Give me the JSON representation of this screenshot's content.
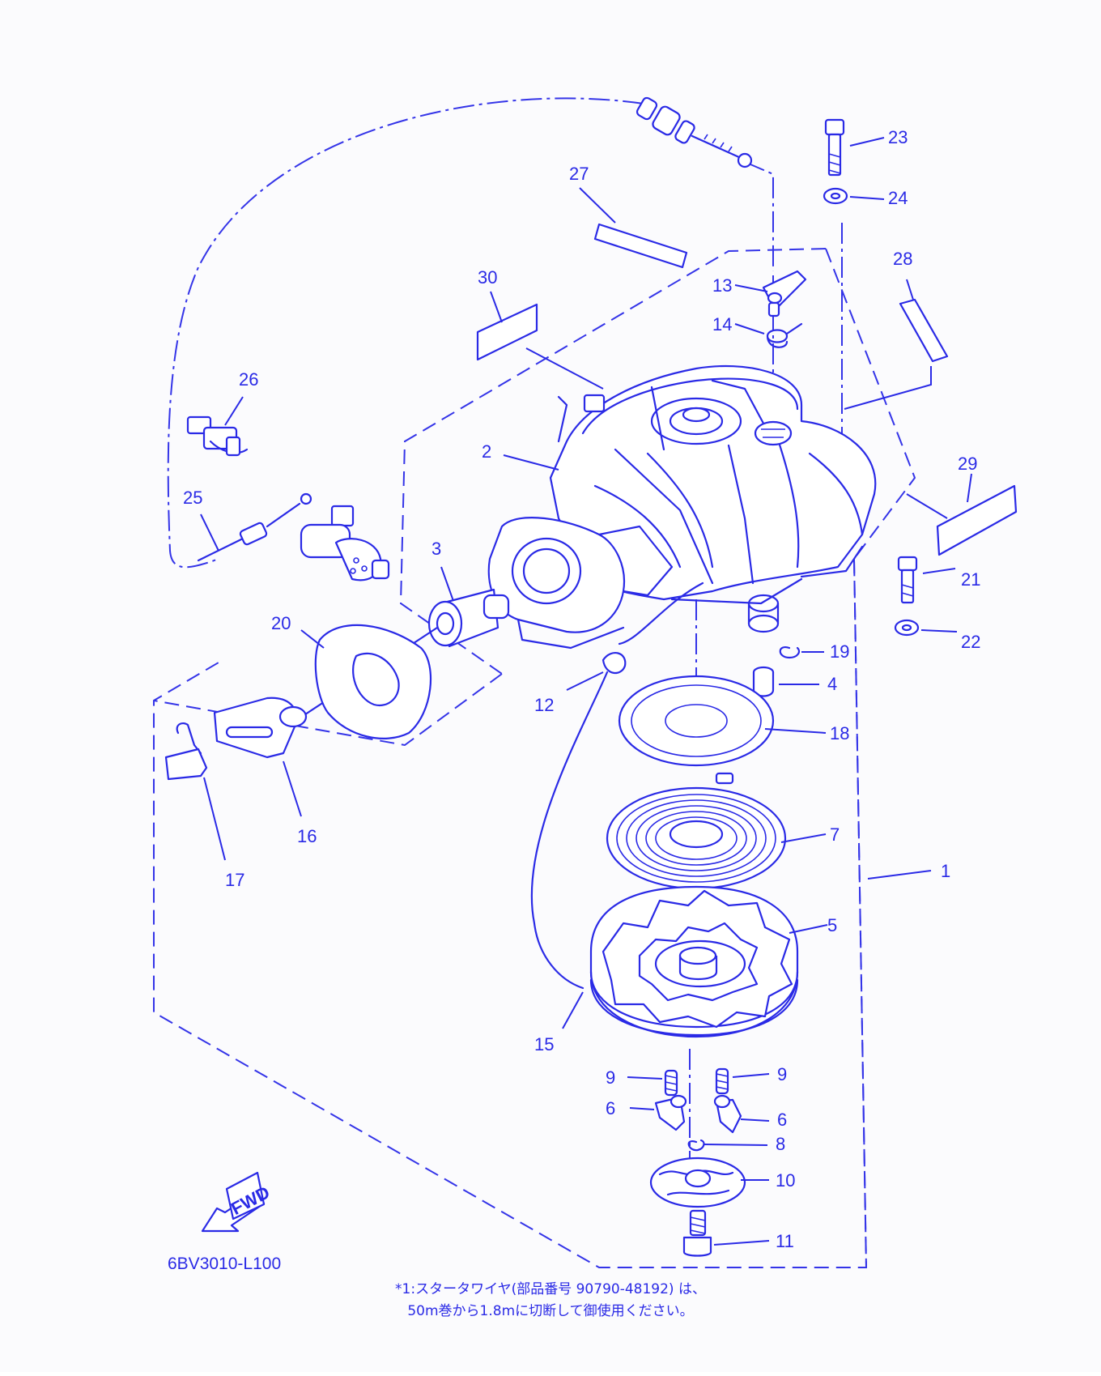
{
  "part_labels": {
    "p1": "1",
    "p2": "2",
    "p3": "3",
    "p4": "4",
    "p5": "5",
    "p6a": "6",
    "p6b": "6",
    "p7": "7",
    "p8": "8",
    "p9a": "9",
    "p9b": "9",
    "p10": "10",
    "p11": "11",
    "p12": "12",
    "p13": "13",
    "p14": "14",
    "p15": "15",
    "p16": "16",
    "p17": "17",
    "p18": "18",
    "p19": "19",
    "p20": "20",
    "p21": "21",
    "p22": "22",
    "p23": "23",
    "p24": "24",
    "p25": "25",
    "p26": "26",
    "p27": "27",
    "p28": "28",
    "p29": "29",
    "p30": "30"
  },
  "fwd_label": "FWD",
  "diagram_code": "6BV3010-L100",
  "note": {
    "line1": "*1:スタータワイヤ(部品番号 90790-48192) は、",
    "line2": "50m巻から1.8mに切断して御使用ください。"
  },
  "colors": {
    "line": "#2a2ae6",
    "background": "#fbfbfd"
  }
}
